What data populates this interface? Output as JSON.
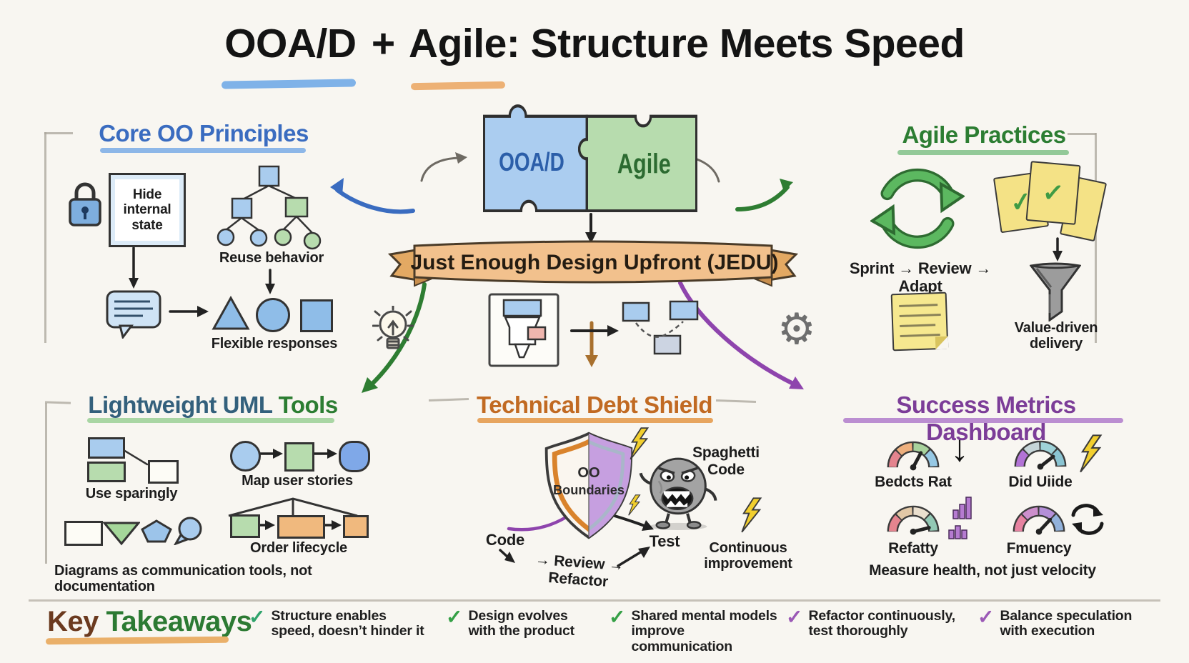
{
  "title": {
    "ooad": "OOA/D",
    "plus": "+",
    "agile": "Agile",
    "rest": ": Structure Meets Speed"
  },
  "center": {
    "puzzle_left": "OOA/D",
    "puzzle_right": "Agile",
    "banner": "Just Enough Design Upfront (JEDU)"
  },
  "core_oo": {
    "heading": "Core OO Principles",
    "hide_state": "Hide internal state",
    "reuse": "Reuse behavior",
    "flexible": "Flexible responses"
  },
  "agile_practices": {
    "heading": "Agile Practices",
    "cycle": "Sprint → Review → Adapt",
    "funnel": "Value-driven delivery"
  },
  "uml": {
    "heading_main": "Lightweight UML",
    "heading_accent": "Tools",
    "use_sparingly": "Use sparingly",
    "map_user_stories": "Map user stories",
    "order_lifecycle": "Order lifecycle",
    "caption": "Diagrams as communication tools, not documentation"
  },
  "debt": {
    "heading": "Technical Debt Shield",
    "shield_line1": "OO",
    "shield_line2": "Boundaries",
    "spaghetti": "Spaghetti Code",
    "code": "Code",
    "review_refactor": "→ Review → Refactor",
    "test": "Test",
    "continuous": "Continuous improvement"
  },
  "metrics": {
    "heading": "Success Metrics Dashboard",
    "gauges": [
      {
        "label": "Bedcts Rat"
      },
      {
        "label": "Did Uiide"
      },
      {
        "label": "Refatty"
      },
      {
        "label": "Fmuency"
      }
    ],
    "caption": "Measure health, not just velocity"
  },
  "takeaways": {
    "key": "Key",
    "rest": "Takeaways",
    "items": [
      {
        "text": "Structure enables speed, doesn’t hinder it"
      },
      {
        "text": "Design evolves with the product"
      },
      {
        "text": "Shared mental models improve communication"
      },
      {
        "text": "Refactor continuously, test thoroughly"
      },
      {
        "text": "Balance speculation with execution"
      }
    ]
  },
  "colors": {
    "core_blue": "#3a6cc0",
    "agile_green": "#2c7d32",
    "uml_teal": "#33607c",
    "debt_orange": "#c16a22",
    "metrics_purple": "#7c3d98",
    "banner_fill": "#f2c18d",
    "puzzle_blue": "#abcdf0",
    "puzzle_green": "#b7dcae",
    "shield_purple": "#c69fe0",
    "shield_orange": "#d9832c",
    "sticky_yellow": "#f4e286",
    "bolt_yellow": "#f2cf2e",
    "check_green": "#35a046",
    "check_purple": "#9b59b6",
    "key_brown": "#6b3a1f"
  }
}
